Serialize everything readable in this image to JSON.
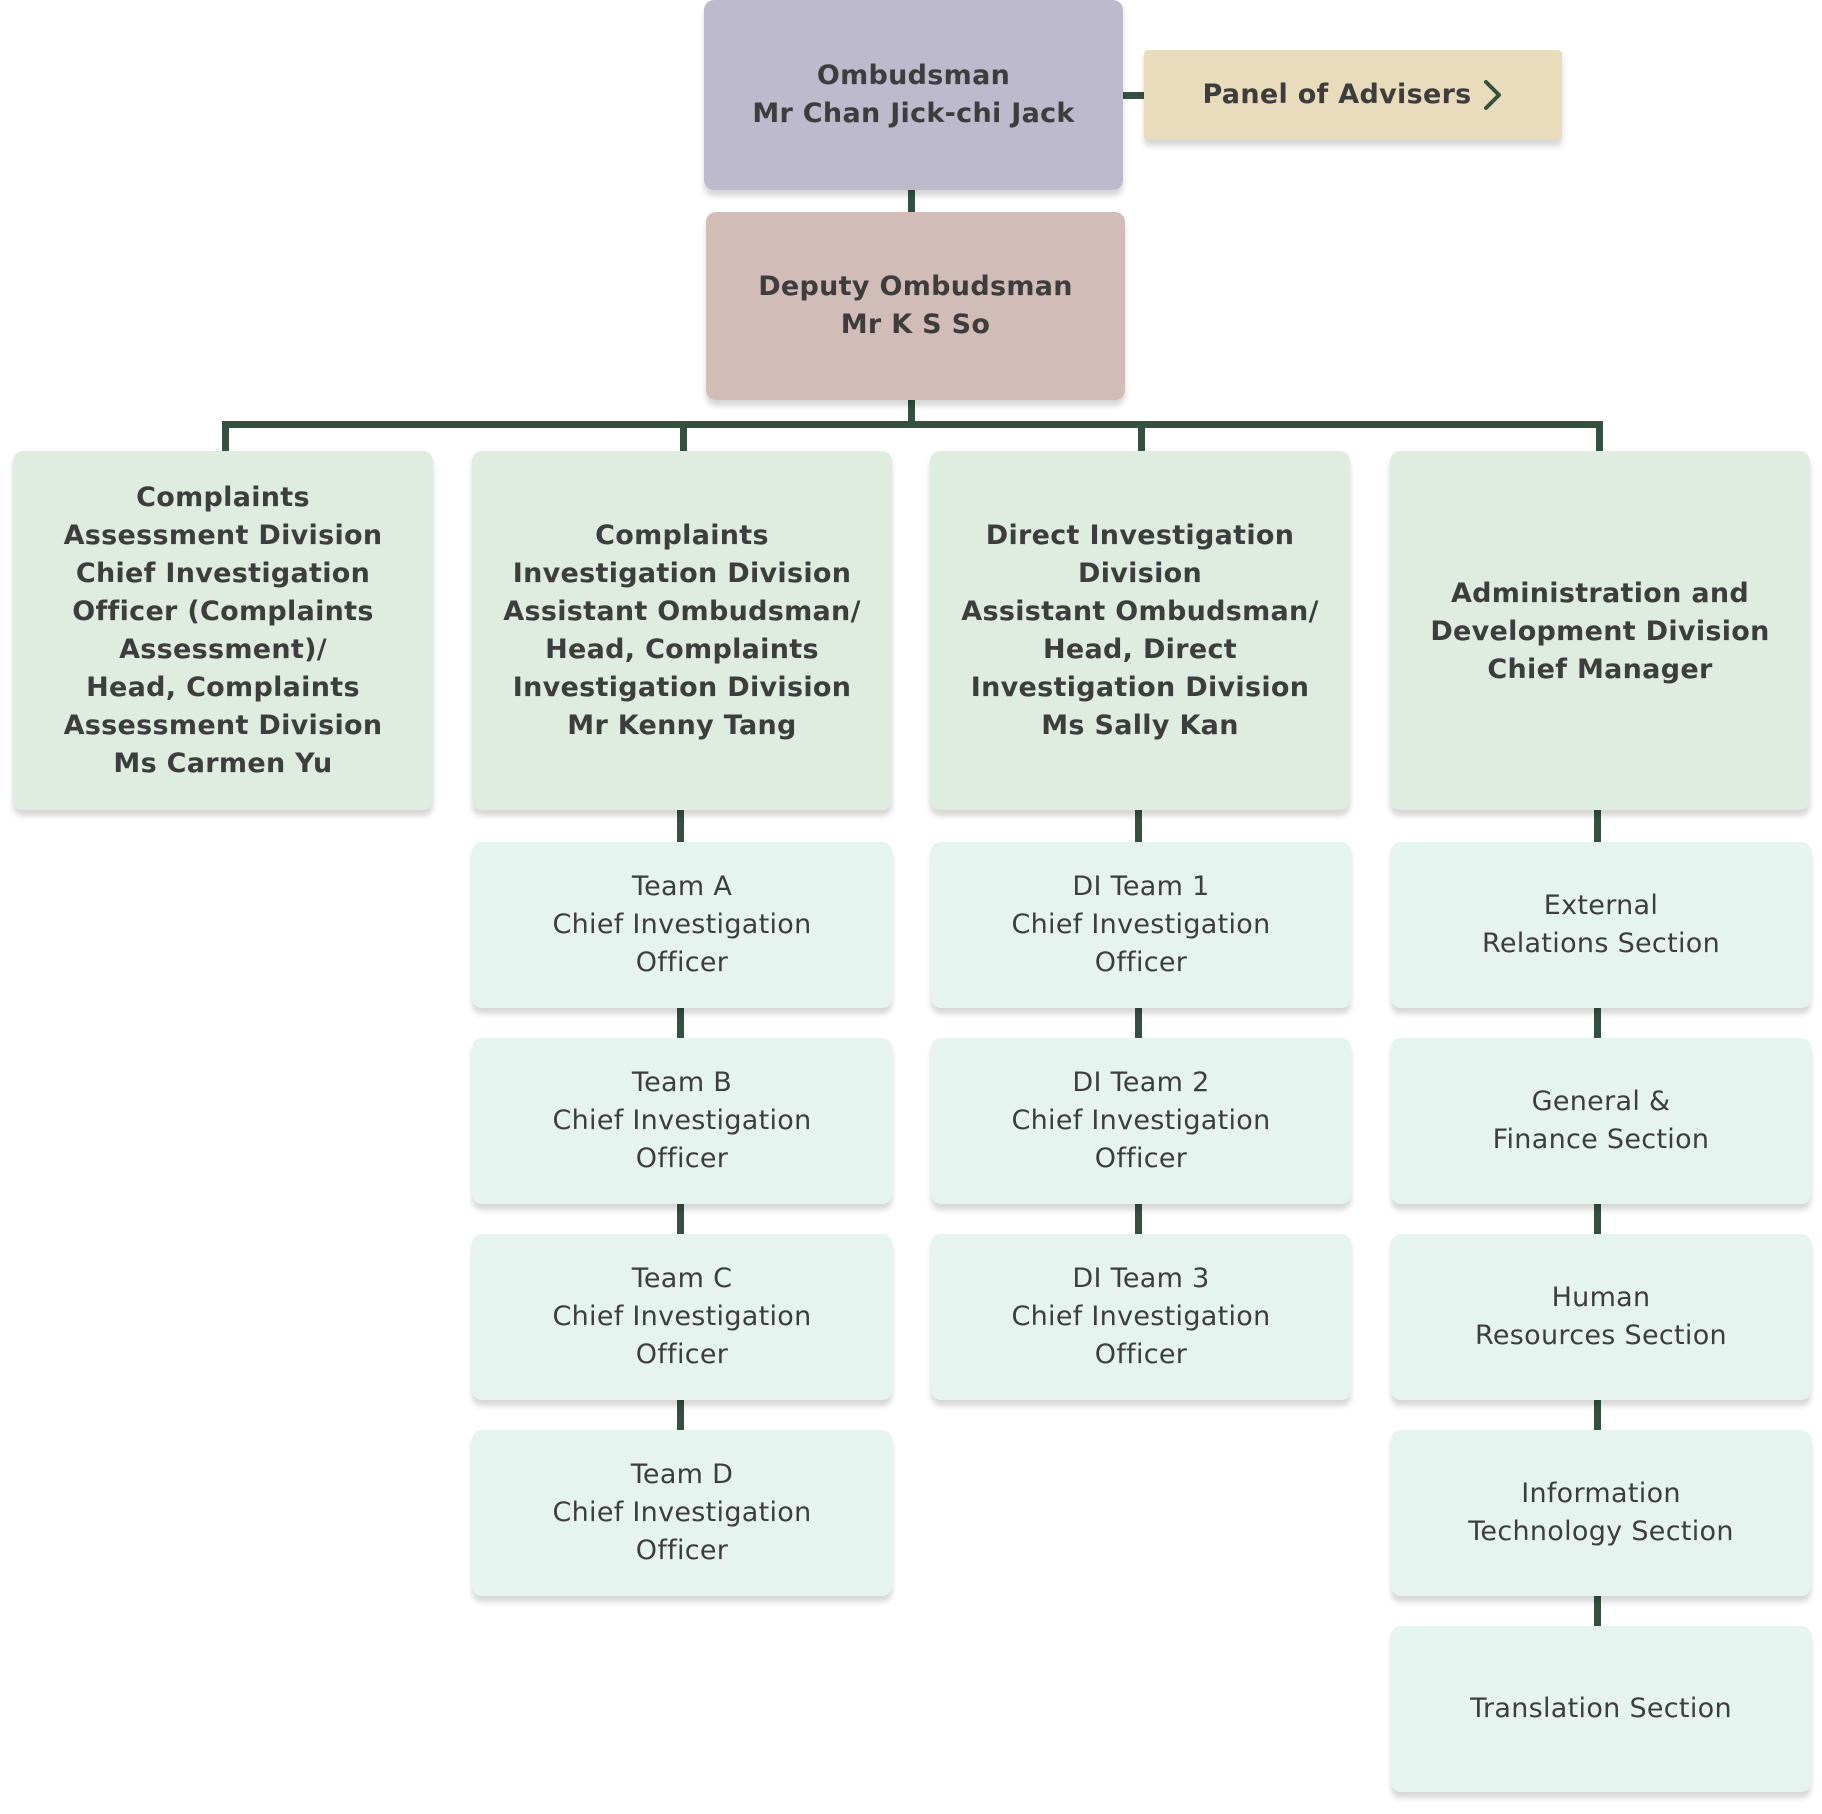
{
  "ombudsman": {
    "title": "Ombudsman",
    "name": "Mr Chan Jick-chi Jack"
  },
  "panel": {
    "label": "Panel of Advisers",
    "icon": "chevron-right-icon"
  },
  "deputy": {
    "title": "Deputy Ombudsman",
    "name": "Mr K S So"
  },
  "divisions": [
    {
      "lines": [
        "Complaints",
        "Assessment Division",
        "Chief Investigation",
        "Officer (Complaints",
        "Assessment)/",
        "Head, Complaints",
        "Assessment Division",
        "Ms Carmen Yu"
      ],
      "units": []
    },
    {
      "lines": [
        "Complaints",
        "Investigation Division",
        "Assistant Ombudsman/",
        "Head, Complaints",
        "Investigation Division",
        "Mr Kenny Tang"
      ],
      "units": [
        [
          "Team A",
          "Chief Investigation",
          "Officer"
        ],
        [
          "Team B",
          "Chief Investigation",
          "Officer"
        ],
        [
          "Team C",
          "Chief Investigation",
          "Officer"
        ],
        [
          "Team D",
          "Chief Investigation",
          "Officer"
        ]
      ]
    },
    {
      "lines": [
        "Direct Investigation",
        "Division",
        "Assistant Ombudsman/",
        "Head, Direct",
        "Investigation Division",
        "Ms Sally Kan"
      ],
      "units": [
        [
          "DI Team 1",
          "Chief Investigation",
          "Officer"
        ],
        [
          "DI Team 2",
          "Chief Investigation",
          "Officer"
        ],
        [
          "DI Team 3",
          "Chief Investigation",
          "Officer"
        ]
      ]
    },
    {
      "lines": [
        "Administration and",
        "Development Division",
        "Chief Manager"
      ],
      "units": [
        [
          "External",
          "Relations Section"
        ],
        [
          "General &",
          "Finance Section"
        ],
        [
          "Human",
          "Resources Section"
        ],
        [
          "Information",
          "Technology Section"
        ],
        [
          "Translation Section"
        ]
      ]
    }
  ],
  "colors": {
    "connector": "#34513f",
    "ombudsman": "#bdbace",
    "deputy": "#d2bcb8",
    "panel": "#e8dcbc",
    "division": "#deede0",
    "unit": "#e6f4ef",
    "text": "#3d3d3d"
  }
}
